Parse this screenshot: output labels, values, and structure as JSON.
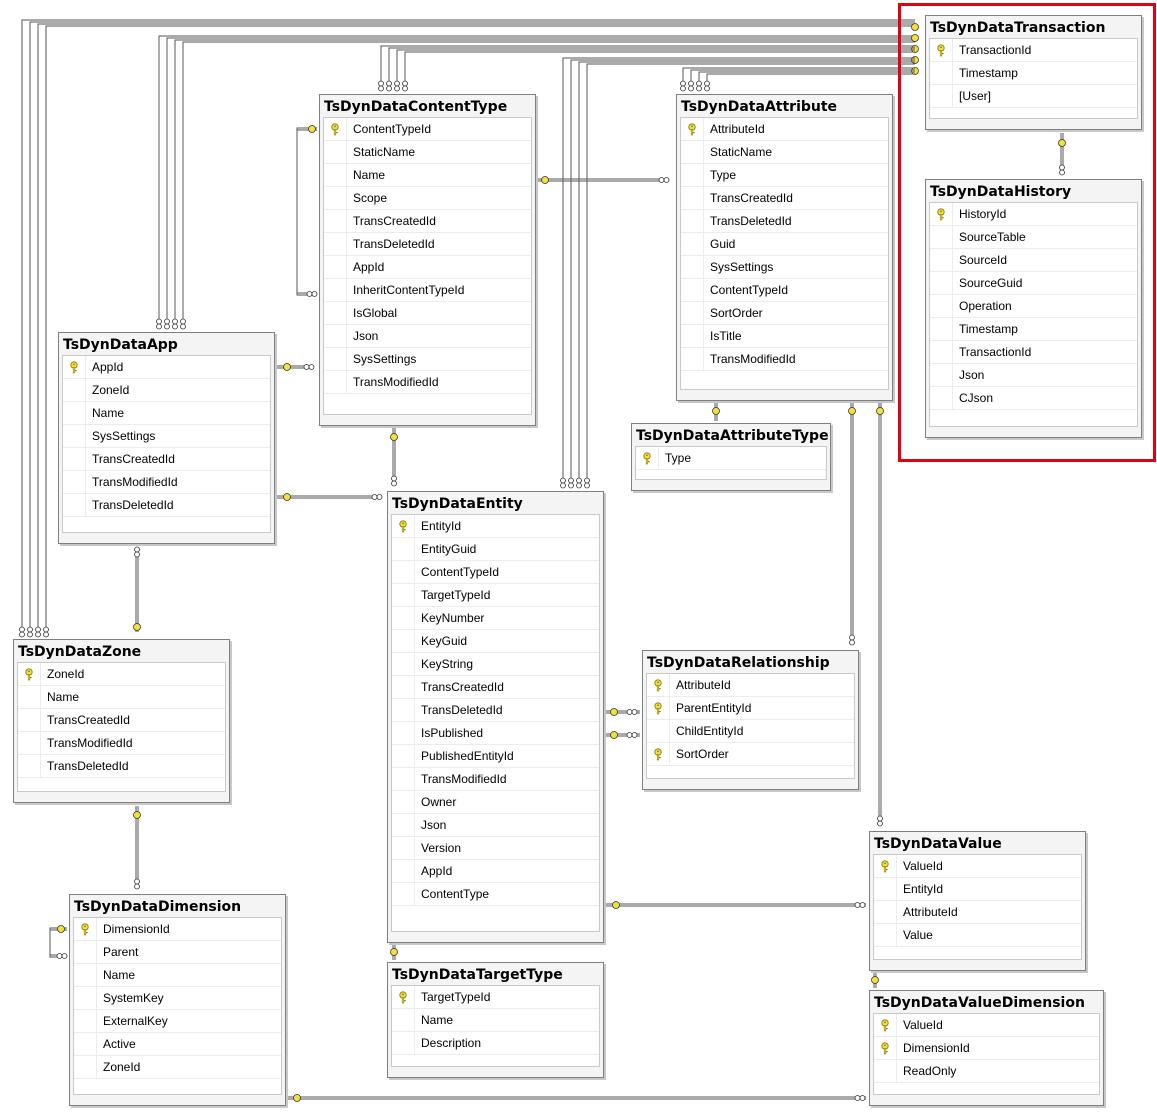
{
  "diagram": {
    "tables": [
      {
        "id": "transaction",
        "title": "TsDynDataTransaction",
        "columns": [
          {
            "name": "TransactionId",
            "pk": true
          },
          {
            "name": "Timestamp",
            "pk": false
          },
          {
            "name": "[User]",
            "pk": false
          }
        ]
      },
      {
        "id": "history",
        "title": "TsDynDataHistory",
        "columns": [
          {
            "name": "HistoryId",
            "pk": true
          },
          {
            "name": "SourceTable",
            "pk": false
          },
          {
            "name": "SourceId",
            "pk": false
          },
          {
            "name": "SourceGuid",
            "pk": false
          },
          {
            "name": "Operation",
            "pk": false
          },
          {
            "name": "Timestamp",
            "pk": false
          },
          {
            "name": "TransactionId",
            "pk": false
          },
          {
            "name": "Json",
            "pk": false
          },
          {
            "name": "CJson",
            "pk": false
          }
        ]
      },
      {
        "id": "contenttype",
        "title": "TsDynDataContentType",
        "columns": [
          {
            "name": "ContentTypeId",
            "pk": true
          },
          {
            "name": "StaticName",
            "pk": false
          },
          {
            "name": "Name",
            "pk": false
          },
          {
            "name": "Scope",
            "pk": false
          },
          {
            "name": "TransCreatedId",
            "pk": false
          },
          {
            "name": "TransDeletedId",
            "pk": false
          },
          {
            "name": "AppId",
            "pk": false
          },
          {
            "name": "InheritContentTypeId",
            "pk": false
          },
          {
            "name": "IsGlobal",
            "pk": false
          },
          {
            "name": "Json",
            "pk": false
          },
          {
            "name": "SysSettings",
            "pk": false
          },
          {
            "name": "TransModifiedId",
            "pk": false
          }
        ]
      },
      {
        "id": "attribute",
        "title": "TsDynDataAttribute",
        "columns": [
          {
            "name": "AttributeId",
            "pk": true
          },
          {
            "name": "StaticName",
            "pk": false
          },
          {
            "name": "Type",
            "pk": false
          },
          {
            "name": "TransCreatedId",
            "pk": false
          },
          {
            "name": "TransDeletedId",
            "pk": false
          },
          {
            "name": "Guid",
            "pk": false
          },
          {
            "name": "SysSettings",
            "pk": false
          },
          {
            "name": "ContentTypeId",
            "pk": false
          },
          {
            "name": "SortOrder",
            "pk": false
          },
          {
            "name": "IsTitle",
            "pk": false
          },
          {
            "name": "TransModifiedId",
            "pk": false
          }
        ]
      },
      {
        "id": "app",
        "title": "TsDynDataApp",
        "columns": [
          {
            "name": "AppId",
            "pk": true
          },
          {
            "name": "ZoneId",
            "pk": false
          },
          {
            "name": "Name",
            "pk": false
          },
          {
            "name": "SysSettings",
            "pk": false
          },
          {
            "name": "TransCreatedId",
            "pk": false
          },
          {
            "name": "TransModifiedId",
            "pk": false
          },
          {
            "name": "TransDeletedId",
            "pk": false
          }
        ]
      },
      {
        "id": "attributetype",
        "title": "TsDynDataAttributeType",
        "columns": [
          {
            "name": "Type",
            "pk": true
          }
        ]
      },
      {
        "id": "entity",
        "title": "TsDynDataEntity",
        "columns": [
          {
            "name": "EntityId",
            "pk": true
          },
          {
            "name": "EntityGuid",
            "pk": false
          },
          {
            "name": "ContentTypeId",
            "pk": false
          },
          {
            "name": "TargetTypeId",
            "pk": false
          },
          {
            "name": "KeyNumber",
            "pk": false
          },
          {
            "name": "KeyGuid",
            "pk": false
          },
          {
            "name": "KeyString",
            "pk": false
          },
          {
            "name": "TransCreatedId",
            "pk": false
          },
          {
            "name": "TransDeletedId",
            "pk": false
          },
          {
            "name": "IsPublished",
            "pk": false
          },
          {
            "name": "PublishedEntityId",
            "pk": false
          },
          {
            "name": "TransModifiedId",
            "pk": false
          },
          {
            "name": "Owner",
            "pk": false
          },
          {
            "name": "Json",
            "pk": false
          },
          {
            "name": "Version",
            "pk": false
          },
          {
            "name": "AppId",
            "pk": false
          },
          {
            "name": "ContentType",
            "pk": false
          }
        ]
      },
      {
        "id": "zone",
        "title": "TsDynDataZone",
        "columns": [
          {
            "name": "ZoneId",
            "pk": true
          },
          {
            "name": "Name",
            "pk": false
          },
          {
            "name": "TransCreatedId",
            "pk": false
          },
          {
            "name": "TransModifiedId",
            "pk": false
          },
          {
            "name": "TransDeletedId",
            "pk": false
          }
        ]
      },
      {
        "id": "relationship",
        "title": "TsDynDataRelationship",
        "columns": [
          {
            "name": "AttributeId",
            "pk": true
          },
          {
            "name": "ParentEntityId",
            "pk": true
          },
          {
            "name": "ChildEntityId",
            "pk": false
          },
          {
            "name": "SortOrder",
            "pk": true
          }
        ]
      },
      {
        "id": "value",
        "title": "TsDynDataValue",
        "columns": [
          {
            "name": "ValueId",
            "pk": true
          },
          {
            "name": "EntityId",
            "pk": false
          },
          {
            "name": "AttributeId",
            "pk": false
          },
          {
            "name": "Value",
            "pk": false
          }
        ]
      },
      {
        "id": "dimension",
        "title": "TsDynDataDimension",
        "columns": [
          {
            "name": "DimensionId",
            "pk": true
          },
          {
            "name": "Parent",
            "pk": false
          },
          {
            "name": "Name",
            "pk": false
          },
          {
            "name": "SystemKey",
            "pk": false
          },
          {
            "name": "ExternalKey",
            "pk": false
          },
          {
            "name": "Active",
            "pk": false
          },
          {
            "name": "ZoneId",
            "pk": false
          }
        ]
      },
      {
        "id": "targettype",
        "title": "TsDynDataTargetType",
        "columns": [
          {
            "name": "TargetTypeId",
            "pk": true
          },
          {
            "name": "Name",
            "pk": false
          },
          {
            "name": "Description",
            "pk": false
          }
        ]
      },
      {
        "id": "valuedimension",
        "title": "TsDynDataValueDimension",
        "columns": [
          {
            "name": "ValueId",
            "pk": true
          },
          {
            "name": "DimensionId",
            "pk": true
          },
          {
            "name": "ReadOnly",
            "pk": false
          }
        ]
      }
    ],
    "relationships": [
      {
        "from": "transaction",
        "to": "history"
      },
      {
        "from": "transaction",
        "to": "contenttype"
      },
      {
        "from": "transaction",
        "to": "attribute"
      },
      {
        "from": "transaction",
        "to": "app"
      },
      {
        "from": "transaction",
        "to": "zone"
      },
      {
        "from": "transaction",
        "to": "entity"
      },
      {
        "from": "contenttype",
        "to": "contenttype"
      },
      {
        "from": "contenttype",
        "to": "attribute"
      },
      {
        "from": "contenttype",
        "to": "entity"
      },
      {
        "from": "app",
        "to": "contenttype"
      },
      {
        "from": "app",
        "to": "entity"
      },
      {
        "from": "zone",
        "to": "app"
      },
      {
        "from": "zone",
        "to": "dimension"
      },
      {
        "from": "attributetype",
        "to": "attribute"
      },
      {
        "from": "attribute",
        "to": "relationship"
      },
      {
        "from": "attribute",
        "to": "value"
      },
      {
        "from": "entity",
        "to": "relationship"
      },
      {
        "from": "entity",
        "to": "value"
      },
      {
        "from": "targettype",
        "to": "entity"
      },
      {
        "from": "value",
        "to": "valuedimension"
      },
      {
        "from": "dimension",
        "to": "valuedimension"
      },
      {
        "from": "dimension",
        "to": "dimension"
      }
    ],
    "highlighted_table": "transaction",
    "highlight_color": "#e3000f",
    "key_icon_color": "#f4e03a"
  }
}
